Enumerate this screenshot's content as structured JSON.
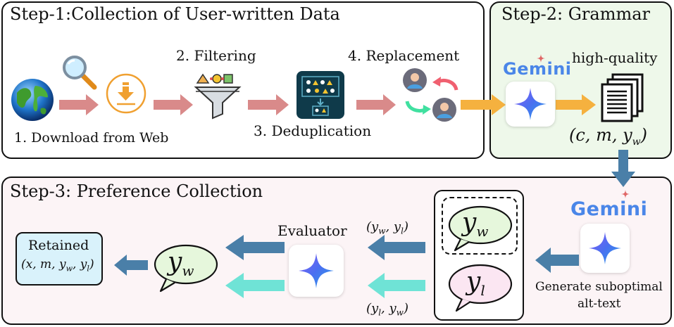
{
  "step1": {
    "title": "Step-1:Collection of User-written Data",
    "download_label": "1. Download from Web",
    "filtering_label": "2. Filtering",
    "dedup_label": "3. Deduplication",
    "replacement_label": "4. Replacement"
  },
  "step2": {
    "title": "Step-2: Grammar",
    "gemini": "Gemini",
    "output_label": "high-quality",
    "tuple": "(c, m, y",
    "tuple_sub": "w",
    "tuple_end": ")"
  },
  "step3": {
    "title": "Step-3: Preference Collection",
    "gemini": "Gemini",
    "generate_label_1": "Generate suboptimal",
    "generate_label_2": "alt-text",
    "evaluator_label": "Evaluator",
    "pair_top": "(y",
    "pair_top_s1": "w",
    "pair_top_mid": ", y",
    "pair_top_s2": "l",
    "pair_top_end": ")",
    "pair_bottom": "(y",
    "pair_bottom_s1": "l",
    "pair_bottom_mid": ", y",
    "pair_bottom_s2": "w",
    "pair_bottom_end": ")",
    "bubble_yw": "y",
    "bubble_yw_sub": "w",
    "bubble_yl": "y",
    "bubble_yl_sub": "l",
    "winner": "y",
    "winner_sub": "w",
    "retained_label": "Retained",
    "retained_tuple": "(x, m, y",
    "retained_s1": "w",
    "retained_mid": ", y",
    "retained_s2": "l",
    "retained_end": ")"
  },
  "colors": {
    "arrow_red": "#d98a8a",
    "arrow_orange": "#f5b13f",
    "arrow_blue": "#4a7fa8",
    "arrow_cyan": "#6fe3d6",
    "step2_bg": "#eef8ea",
    "step3_bg": "#fcf4f6",
    "retained_bg": "#d9f2fb",
    "bubble_green": "#e6f7dc",
    "bubble_pink": "#fbe6f2"
  }
}
